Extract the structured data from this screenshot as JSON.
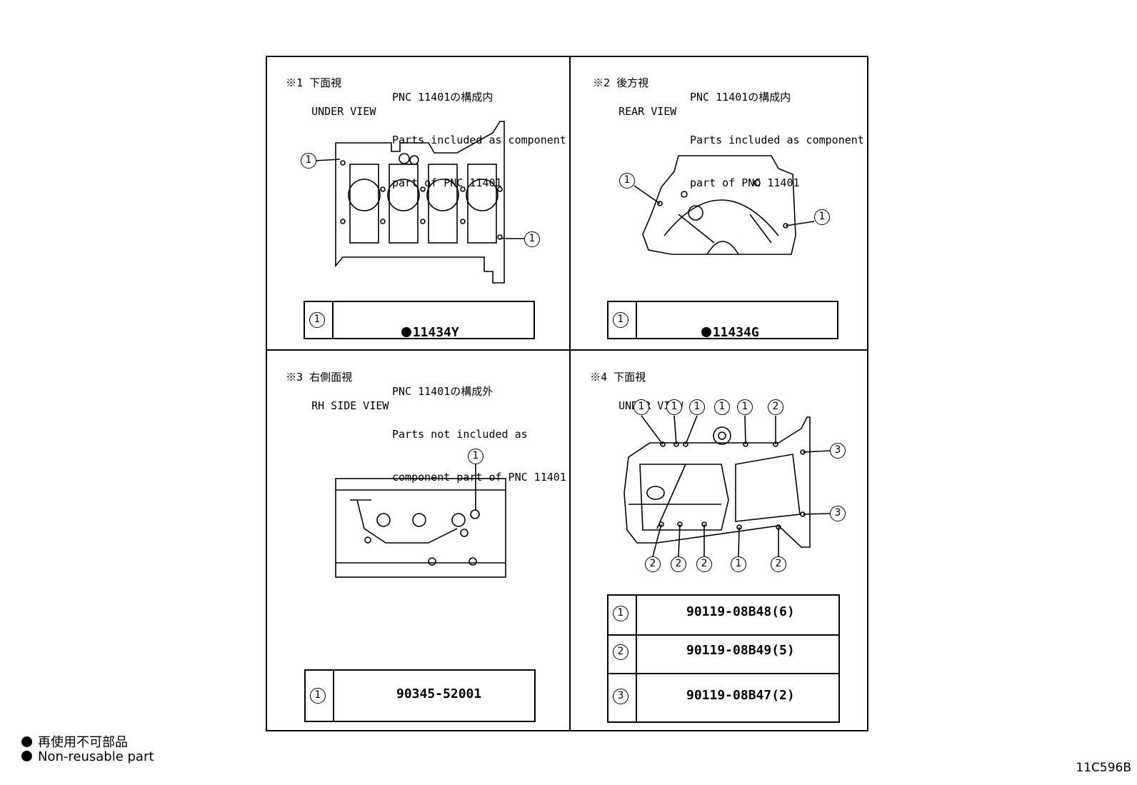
{
  "panels": [
    {
      "marker": "※1",
      "view_jp": "下面視",
      "view_en": "UNDER VIEW",
      "note_lines": [
        "PNC 11401の構成内",
        "Parts included as component",
        "part of PNC 11401"
      ],
      "callouts": [
        "1",
        "1"
      ],
      "rows": [
        {
          "ref": "1",
          "part": "11434Y",
          "non_reusable": true
        }
      ]
    },
    {
      "marker": "※2",
      "view_jp": "後方視",
      "view_en": "REAR VIEW",
      "note_lines": [
        "PNC 11401の構成内",
        "Parts included as component",
        "part of PNC 11401"
      ],
      "callouts": [
        "1",
        "1"
      ],
      "rows": [
        {
          "ref": "1",
          "part": "11434G",
          "non_reusable": true
        }
      ]
    },
    {
      "marker": "※3",
      "view_jp": "右側面視",
      "view_en": "RH SIDE VIEW",
      "note_lines": [
        "PNC 11401の構成外",
        "Parts not included as",
        "component part of PNC 11401"
      ],
      "callouts": [
        "1"
      ],
      "rows": [
        {
          "ref": "1",
          "part": "90345-52001",
          "non_reusable": false
        }
      ]
    },
    {
      "marker": "※4",
      "view_jp": "下面視",
      "view_en": "UNDER VIEW",
      "note_lines": [],
      "callouts_top": [
        "1",
        "1",
        "1",
        "1",
        "1",
        "2"
      ],
      "callouts_right": [
        "3",
        "3"
      ],
      "callouts_bottom": [
        "2",
        "2",
        "2",
        "1",
        "2"
      ],
      "rows": [
        {
          "ref": "1",
          "part": "90119-08B48(6)",
          "non_reusable": false
        },
        {
          "ref": "2",
          "part": "90119-08B49(5)",
          "non_reusable": false
        },
        {
          "ref": "3",
          "part": "90119-08B47(2)",
          "non_reusable": false
        }
      ]
    }
  ],
  "legend": {
    "jp": "再使用不可部品",
    "en": "Non-reusable part"
  },
  "illustration_code": "11C596B"
}
